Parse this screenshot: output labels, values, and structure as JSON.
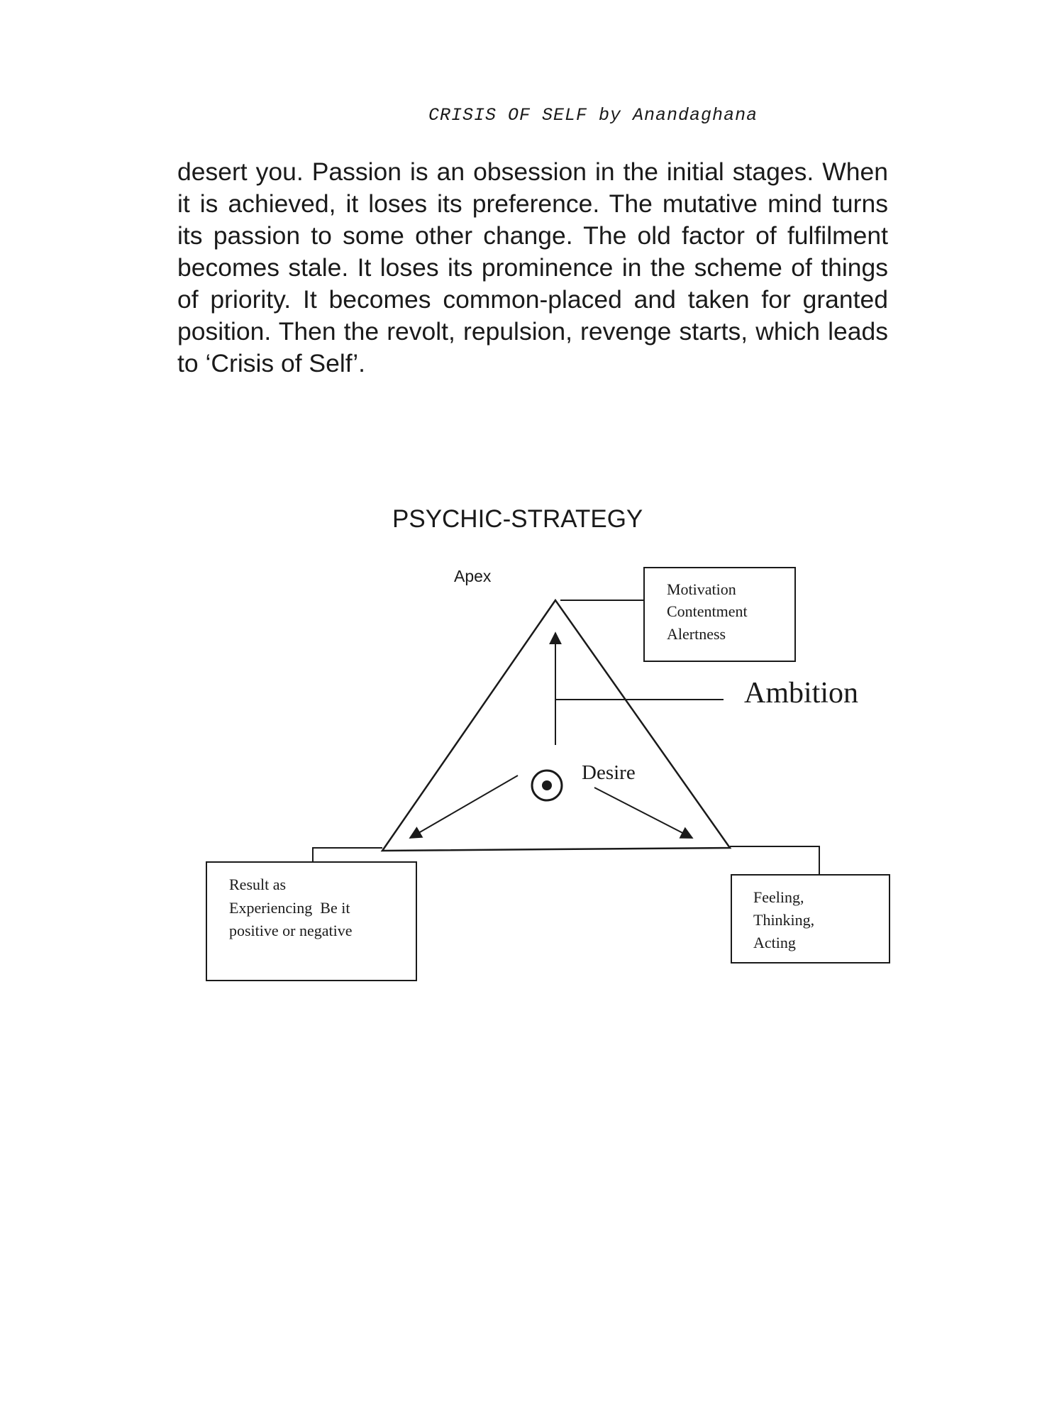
{
  "header": {
    "running_title": "CRISIS OF SELF by Anandaghana"
  },
  "body": {
    "paragraph": "desert you. Passion is an obsession in the initial stages. When it is achieved, it loses its preference. The mutative mind turns its passion to some other change. The old factor of fulfilment becomes stale. It loses its prominence in the scheme of things of priority. It becomes common-placed and taken for granted position. Then the revolt, repulsion, revenge starts, which leads to ‘Crisis of Self’."
  },
  "diagram": {
    "title": "PSYCHIC-STRATEGY",
    "apex_label": "Apex",
    "ambition_label": "Ambition",
    "desire_label": "Desire",
    "top_box": [
      "Motivation",
      "Contentment",
      "Alertness"
    ],
    "left_box": [
      "Result as",
      "Experiencing  Be it",
      "positive or negative"
    ],
    "right_box": [
      "Feeling,",
      "Thinking,",
      "Acting"
    ]
  }
}
